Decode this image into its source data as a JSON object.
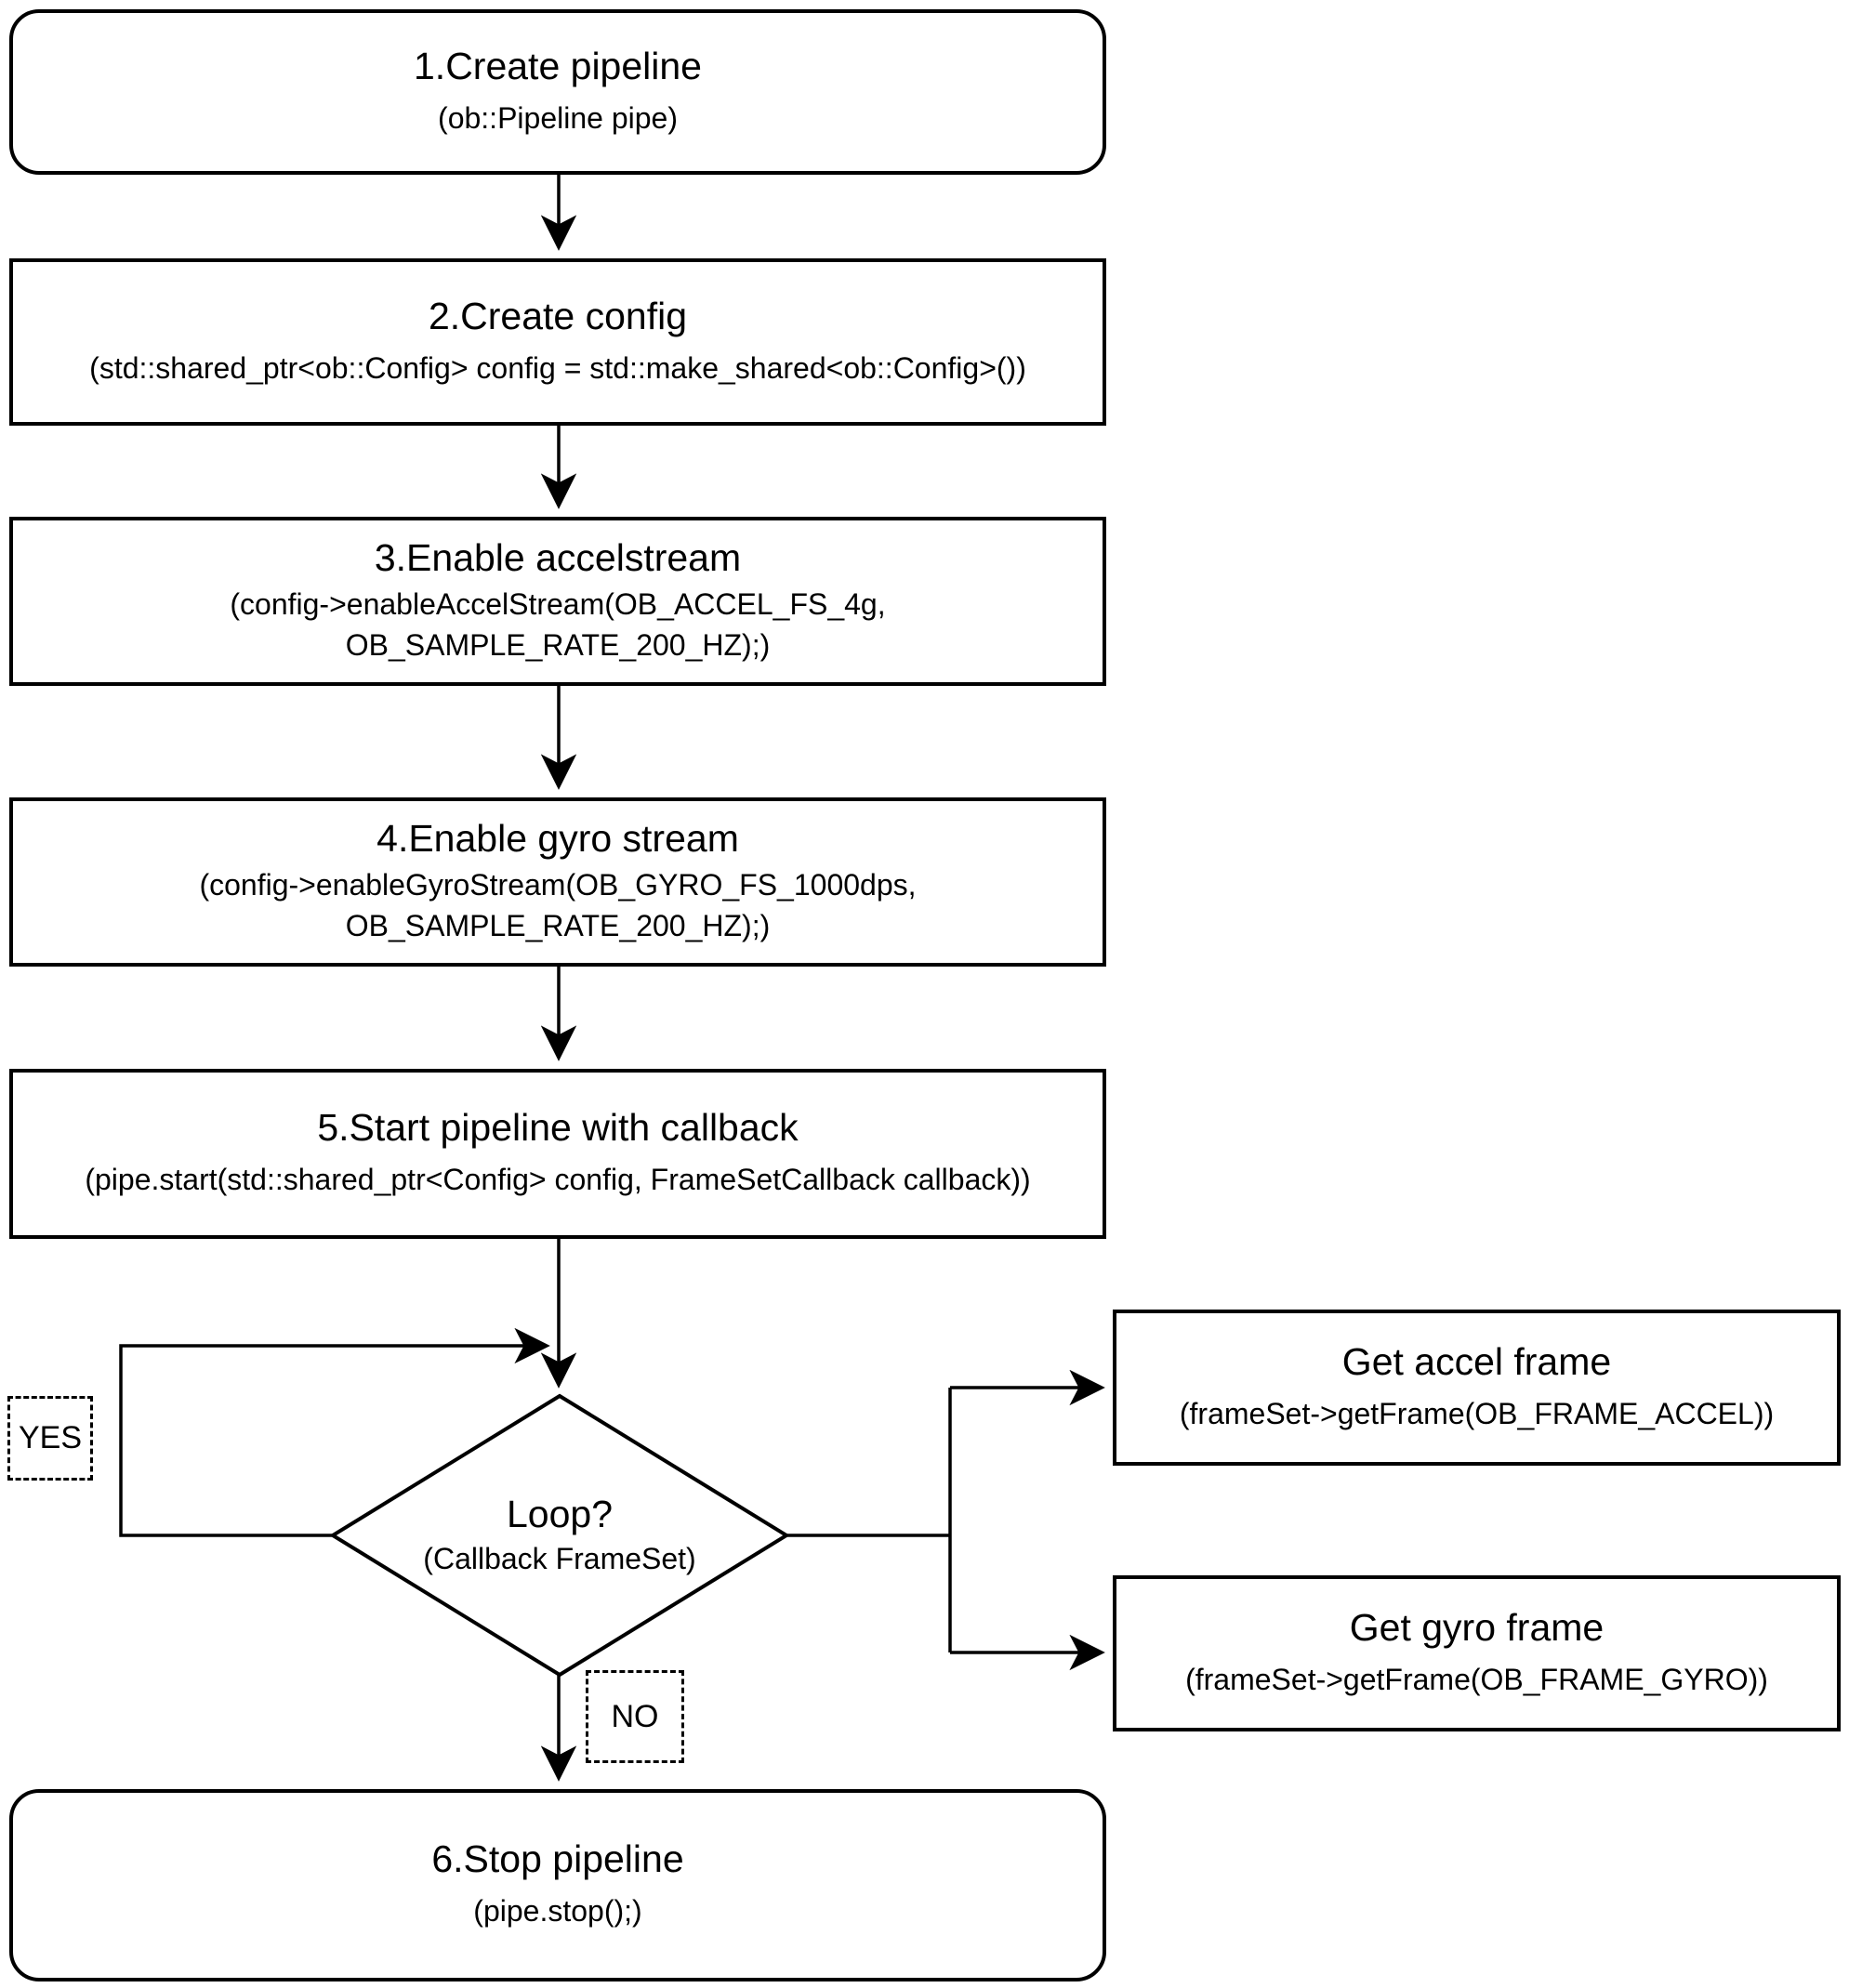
{
  "diagram": {
    "background": "#ffffff",
    "stroke": "#000000",
    "type": "flowchart"
  },
  "nodes": {
    "create_pipeline": {
      "title": "1.Create pipeline",
      "subtitle": "(ob::Pipeline pipe)"
    },
    "create_config": {
      "title": "2.Create config",
      "subtitle": "(std::shared_ptr<ob::Config> config = std::make_shared<ob::Config>())"
    },
    "enable_accel_stream": {
      "title": "3.Enable accelstream",
      "subtitle_line1": "(config->enableAccelStream(OB_ACCEL_FS_4g,",
      "subtitle_line2": "OB_SAMPLE_RATE_200_HZ);)"
    },
    "enable_gyro_stream": {
      "title": "4.Enable gyro stream",
      "subtitle_line1": "(config->enableGyroStream(OB_GYRO_FS_1000dps,",
      "subtitle_line2": "OB_SAMPLE_RATE_200_HZ);)"
    },
    "start_pipeline": {
      "title": "5.Start pipeline with callback",
      "subtitle": "(pipe.start(std::shared_ptr<Config> config, FrameSetCallback callback))"
    },
    "loop_decision": {
      "title": "Loop?",
      "subtitle": "(Callback FrameSet)"
    },
    "get_accel_frame": {
      "title": "Get accel frame",
      "subtitle": "(frameSet->getFrame(OB_FRAME_ACCEL))"
    },
    "get_gyro_frame": {
      "title": "Get gyro frame",
      "subtitle": "(frameSet->getFrame(OB_FRAME_GYRO))"
    },
    "stop_pipeline": {
      "title": "6.Stop pipeline",
      "subtitle": "(pipe.stop();)"
    }
  },
  "labels": {
    "yes": "YES",
    "no": "NO"
  }
}
